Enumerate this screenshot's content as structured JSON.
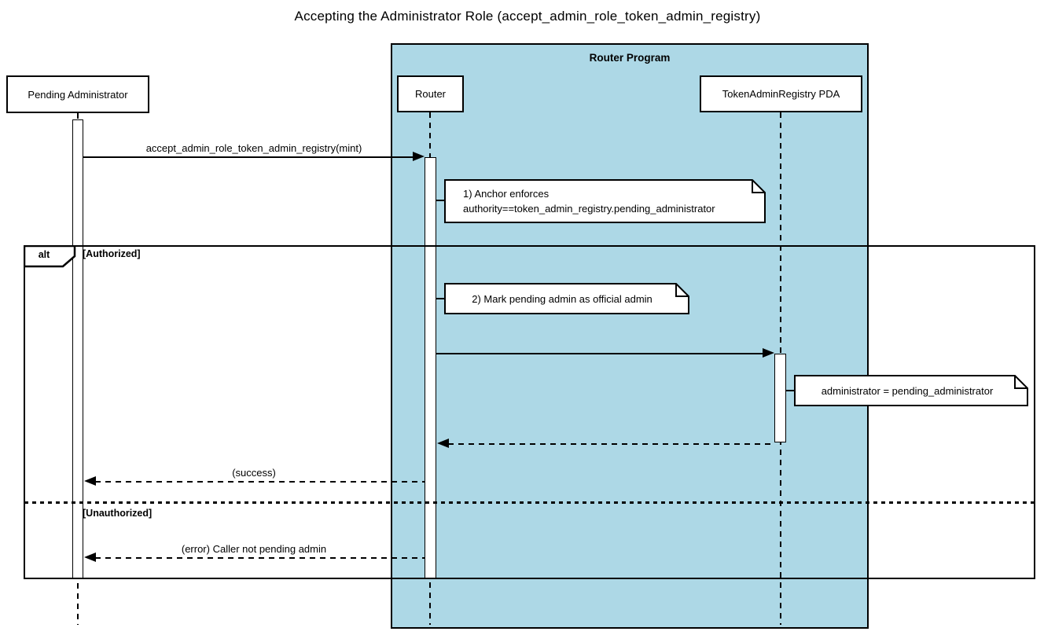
{
  "title": "Accepting the Administrator Role (accept_admin_role_token_admin_registry)",
  "colors": {
    "group_fill": "#ADD8E6",
    "line": "#000000",
    "note_fill": "#FFFFFF"
  },
  "group": {
    "label": "Router Program"
  },
  "participants": [
    {
      "name": "Pending Administrator"
    },
    {
      "name": "Router"
    },
    {
      "name": "TokenAdminRegistry PDA"
    }
  ],
  "alt_frame": {
    "operator": "alt",
    "guard_authorized": "[Authorized]",
    "guard_unauthorized": "[Unauthorized]"
  },
  "messages": {
    "call": "accept_admin_role_token_admin_registry(mint)",
    "return_success": "(success)",
    "return_error": "(error) Caller not pending admin"
  },
  "notes": [
    {
      "lines": [
        "1) Anchor enforces",
        "authority==token_admin_registry.pending_administrator"
      ]
    },
    {
      "lines": [
        "2) Mark pending admin as official admin"
      ]
    },
    {
      "lines": [
        "administrator = pending_administrator"
      ]
    }
  ]
}
